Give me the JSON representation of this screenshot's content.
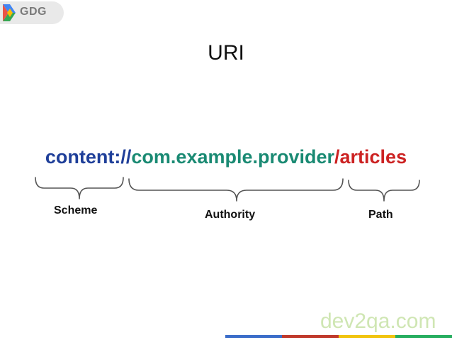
{
  "badge": {
    "text": "GDG",
    "colors": [
      "#4285F4",
      "#EA4335",
      "#FBBC05",
      "#34A853"
    ]
  },
  "slide": {
    "title": "URI"
  },
  "uri": {
    "scheme": "content://",
    "authority": "com.example.provider",
    "path": "/articles",
    "colors": {
      "scheme": "#1f3f99",
      "authority": "#1a8a73",
      "path": "#cc2222"
    }
  },
  "labels": {
    "scheme": "Scheme",
    "authority": "Authority",
    "path": "Path"
  },
  "watermark": {
    "text": "dev2qa.com",
    "bar_colors": [
      "#3b6dc9",
      "#c0392b",
      "#f1c40f",
      "#27ae60"
    ]
  }
}
